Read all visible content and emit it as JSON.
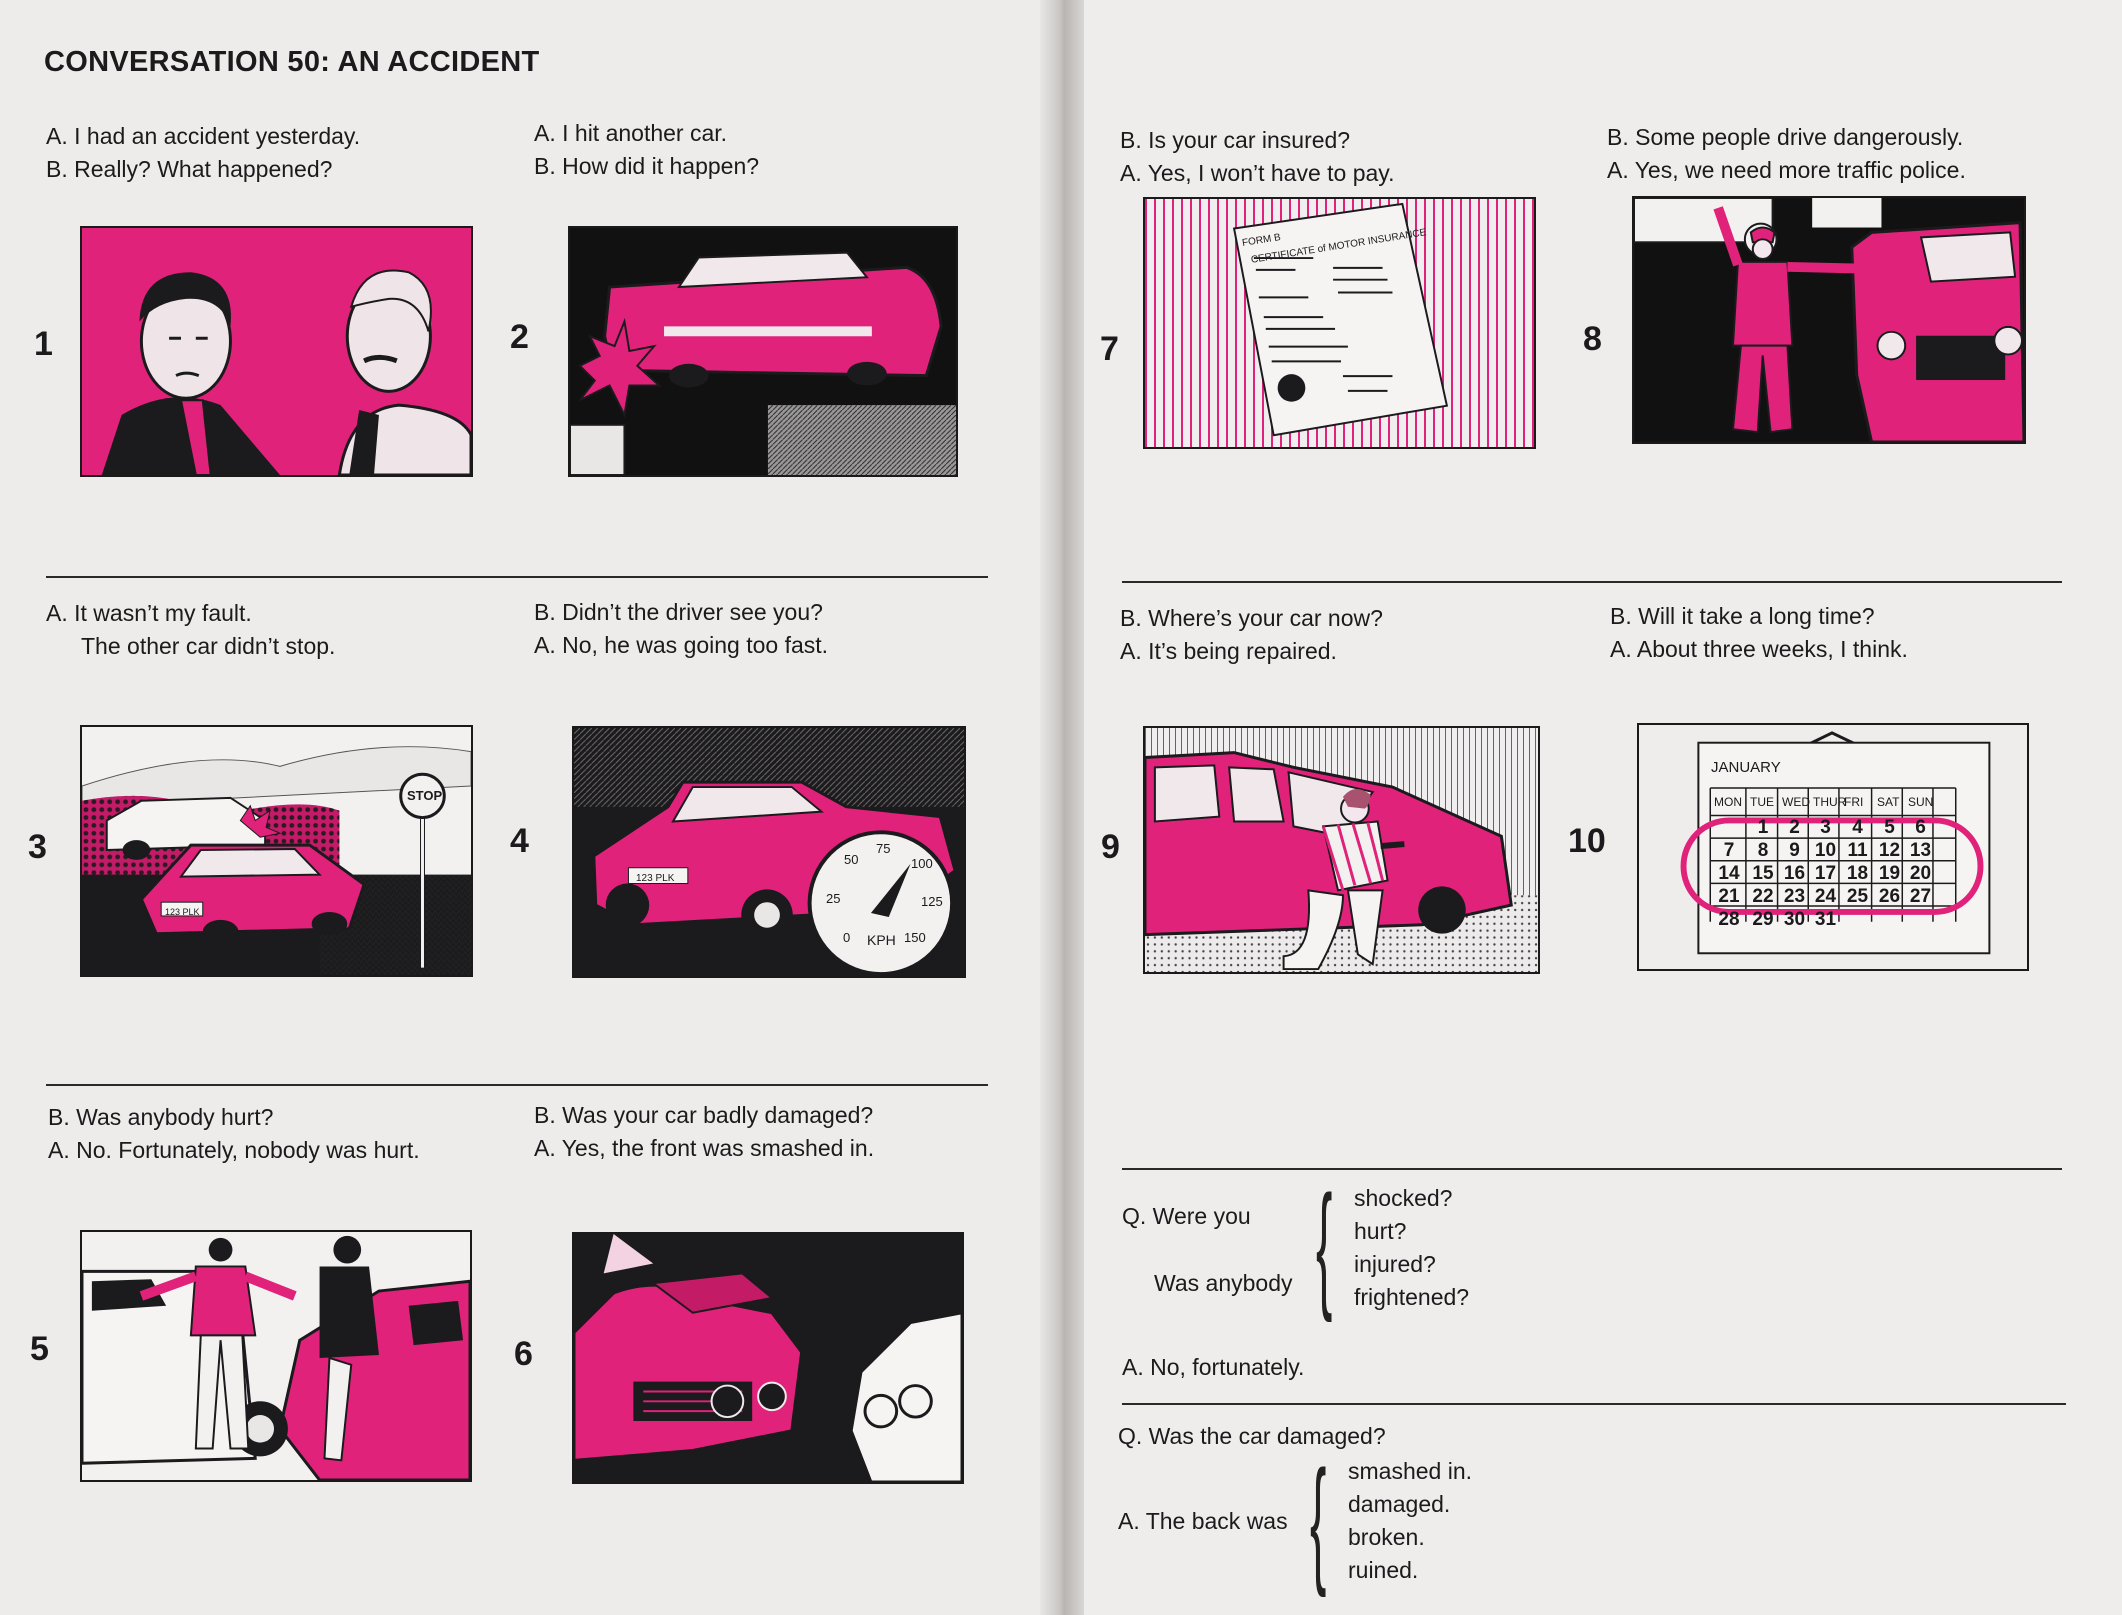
{
  "title": "CONVERSATION 50: AN ACCIDENT",
  "panels": [
    {
      "num": "1",
      "line1": "A. I had an accident yesterday.",
      "line2": "B. Really? What happened?"
    },
    {
      "num": "2",
      "line1": "A. I hit another car.",
      "line2": "B. How did it happen?"
    },
    {
      "num": "3",
      "line1": "A. It wasn’t my fault.",
      "line2": "The other car didn’t stop.",
      "stop_sign": "STOP",
      "plate": "123 PLK"
    },
    {
      "num": "4",
      "line1": "B. Didn’t the driver see you?",
      "line2": "A. No, he was going too fast.",
      "plate": "123 PLK",
      "gauge": {
        "ticks": [
          "0",
          "25",
          "50",
          "75",
          "100",
          "125",
          "150"
        ],
        "unit": "KPH"
      }
    },
    {
      "num": "5",
      "line1": "B. Was anybody hurt?",
      "line2": "A. No. Fortunately, nobody was hurt."
    },
    {
      "num": "6",
      "line1": "B. Was your car badly damaged?",
      "line2": "A. Yes, the front was smashed in."
    },
    {
      "num": "7",
      "line1": "B. Is your car insured?",
      "line2": "A. Yes, I won’t have to pay.",
      "doc_form": "FORM B",
      "doc_title": "CERTIFICATE of MOTOR INSURANCE"
    },
    {
      "num": "8",
      "line1": "B. Some people drive dangerously.",
      "line2": "A. Yes, we need more traffic police."
    },
    {
      "num": "9",
      "line1": "B. Where’s your car now?",
      "line2": "A. It’s being repaired."
    },
    {
      "num": "10",
      "line1": "B. Will it take a long time?",
      "line2": "A. About three weeks, I think."
    }
  ],
  "calendar": {
    "month": "JANUARY",
    "days_of_week": [
      "MON",
      "TUE",
      "WED",
      "THUR",
      "FRI",
      "SAT",
      "SUN"
    ],
    "weeks": [
      [
        "",
        "1",
        "2",
        "3",
        "4",
        "5",
        "6"
      ],
      [
        "7",
        "8",
        "9",
        "10",
        "11",
        "12",
        "13"
      ],
      [
        "14",
        "15",
        "16",
        "17",
        "18",
        "19",
        "20"
      ],
      [
        "21",
        "22",
        "23",
        "24",
        "25",
        "26",
        "27"
      ],
      [
        "28",
        "29",
        "30",
        "31",
        "",
        "",
        ""
      ]
    ]
  },
  "drill1": {
    "q1": "Q. Were you",
    "q2": "Was anybody",
    "options": [
      "shocked?",
      "hurt?",
      "injured?",
      "frightened?"
    ],
    "answer": "A. No, fortunately."
  },
  "drill2": {
    "q": "Q. Was the car damaged?",
    "a": "A. The back was",
    "options": [
      "smashed in.",
      "damaged.",
      "broken.",
      "ruined."
    ]
  },
  "colors": {
    "accent": "#e0227a",
    "ink": "#1b1a1c",
    "paper": "#eeecea"
  }
}
